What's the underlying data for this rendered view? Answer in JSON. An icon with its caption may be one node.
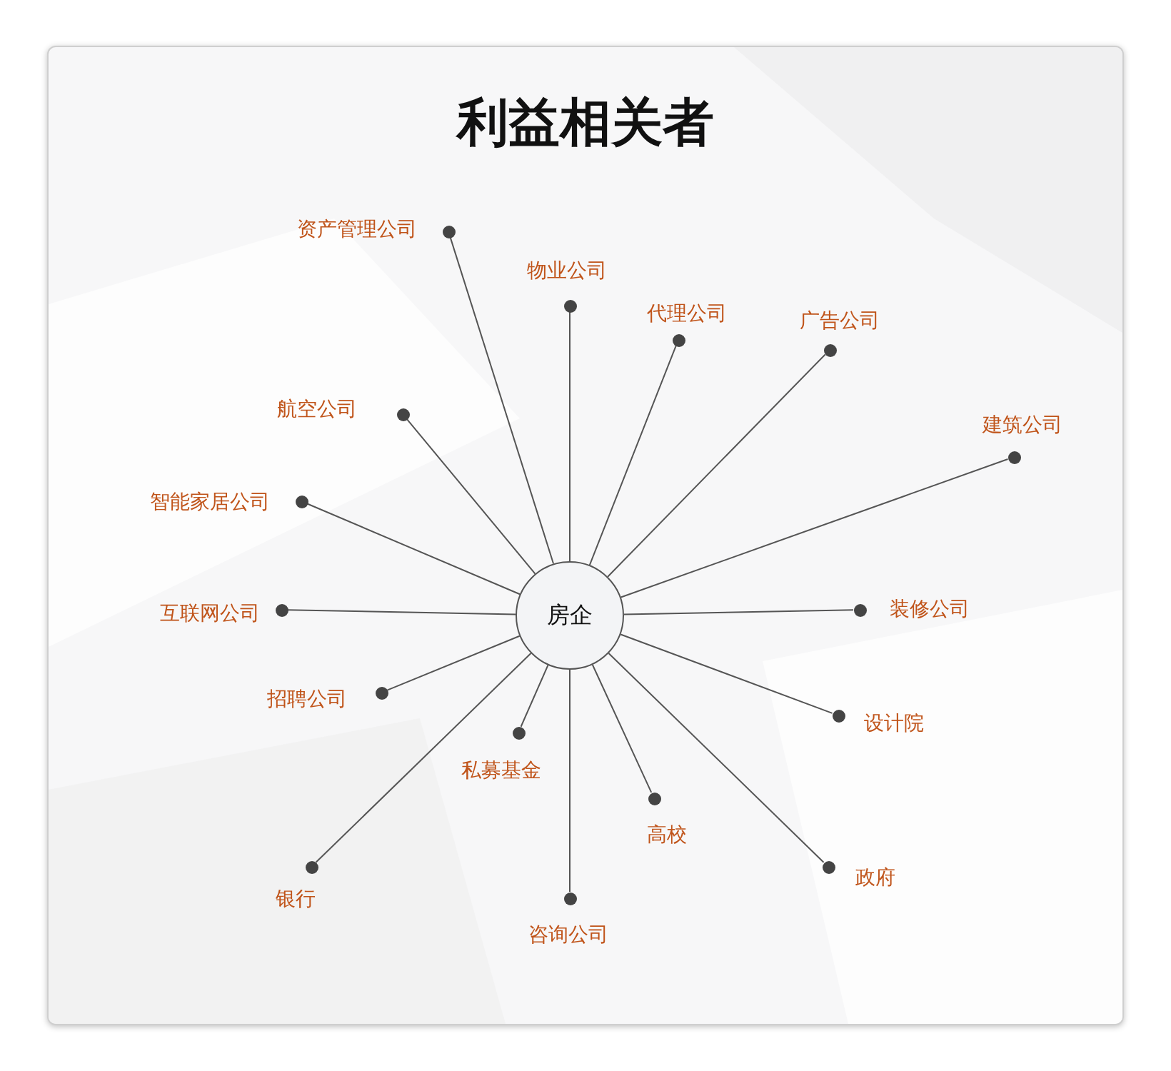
{
  "diagram": {
    "title": "利益相关者",
    "nodes": [
      {
        "text": [
          "房企"
        ]
      },
      {
        "text": [],
        "shape": "circle",
        "beside": [
          "资产管理公司"
        ]
      },
      {
        "text": [],
        "shape": "circle",
        "beside": [
          "物业公司"
        ]
      },
      {
        "text": [],
        "shape": "circle",
        "beside": [
          "代理公司"
        ]
      },
      {
        "text": [],
        "shape": "circle",
        "beside": [
          "广告公司"
        ]
      },
      {
        "text": [],
        "shape": "circle",
        "beside": [
          "建筑公司"
        ]
      },
      {
        "text": [],
        "shape": "circle",
        "beside": [
          "航空公司"
        ]
      },
      {
        "text": [],
        "shape": "circle",
        "beside": [
          "智能家居公司"
        ]
      },
      {
        "text": [],
        "shape": "circle",
        "beside": [
          "互联网公司"
        ]
      },
      {
        "text": [],
        "shape": "circle",
        "beside": [
          "装修公司"
        ]
      },
      {
        "text": [],
        "shape": "circle",
        "beside": [
          "招聘公司"
        ]
      },
      {
        "text": [],
        "shape": "circle",
        "beside": [
          "设计院"
        ]
      },
      {
        "text": [],
        "shape": "circle",
        "beside": [
          "私募基金"
        ]
      },
      {
        "text": [],
        "shape": "circle",
        "beside": [
          "高校"
        ]
      },
      {
        "text": [],
        "shape": "circle",
        "beside": [
          "银行"
        ]
      },
      {
        "text": [],
        "shape": "circle",
        "beside": [
          "政府"
        ]
      },
      {
        "text": [],
        "shape": "circle",
        "beside": [
          "咨询公司"
        ]
      }
    ],
    "edges": [
      {
        "from": 0,
        "to": 1,
        "arrow": "none"
      },
      {
        "from": 0,
        "to": 2,
        "arrow": "none"
      },
      {
        "from": 0,
        "to": 3,
        "arrow": "none"
      },
      {
        "from": 0,
        "to": 4,
        "arrow": "none"
      },
      {
        "from": 0,
        "to": 5,
        "arrow": "none"
      },
      {
        "from": 0,
        "to": 6,
        "arrow": "none"
      },
      {
        "from": 0,
        "to": 7,
        "arrow": "none"
      },
      {
        "from": 0,
        "to": 8,
        "arrow": "none"
      },
      {
        "from": 0,
        "to": 9,
        "arrow": "none"
      },
      {
        "from": 0,
        "to": 10,
        "arrow": "none"
      },
      {
        "from": 0,
        "to": 11,
        "arrow": "none"
      },
      {
        "from": 0,
        "to": 12,
        "arrow": "none"
      },
      {
        "from": 0,
        "to": 13,
        "arrow": "none"
      },
      {
        "from": 0,
        "to": 14,
        "arrow": "none"
      },
      {
        "from": 0,
        "to": 15,
        "arrow": "none"
      },
      {
        "from": 0,
        "to": 16,
        "arrow": "none"
      }
    ]
  }
}
